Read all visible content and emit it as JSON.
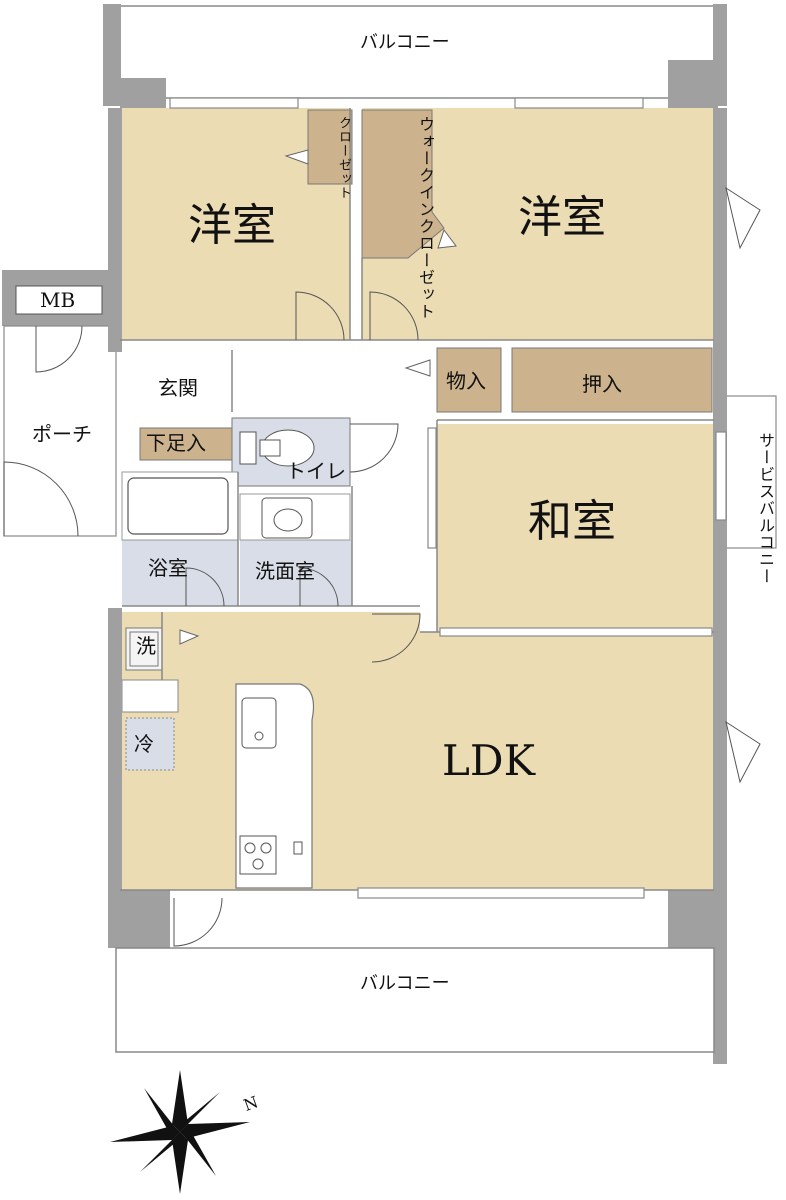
{
  "rooms": {
    "balcony_top": "バルコニー",
    "western_room_left": "洋室",
    "western_room_right": "洋室",
    "closet": "クローゼット",
    "walk_in_closet": "ウォークインクローゼット",
    "mb": "MB",
    "porch": "ポーチ",
    "genkan": "玄関",
    "shoe_storage": "下足入",
    "storage": "物入",
    "oshiire": "押入",
    "toilet": "トイレ",
    "service_balcony": "サービスバルコニー",
    "washitsu": "和室",
    "bathroom": "浴室",
    "washroom": "洗面室",
    "washer": "洗",
    "fridge": "冷",
    "ldk": "LDK",
    "balcony_bottom": "バルコニー"
  },
  "compass": {
    "north_label": "N"
  },
  "colors": {
    "room_fill": "#ecdcb3",
    "storage_fill": "#cdb38d",
    "wet_area_fill": "#d8dde8",
    "wall_fill": "#a0a0a0"
  }
}
